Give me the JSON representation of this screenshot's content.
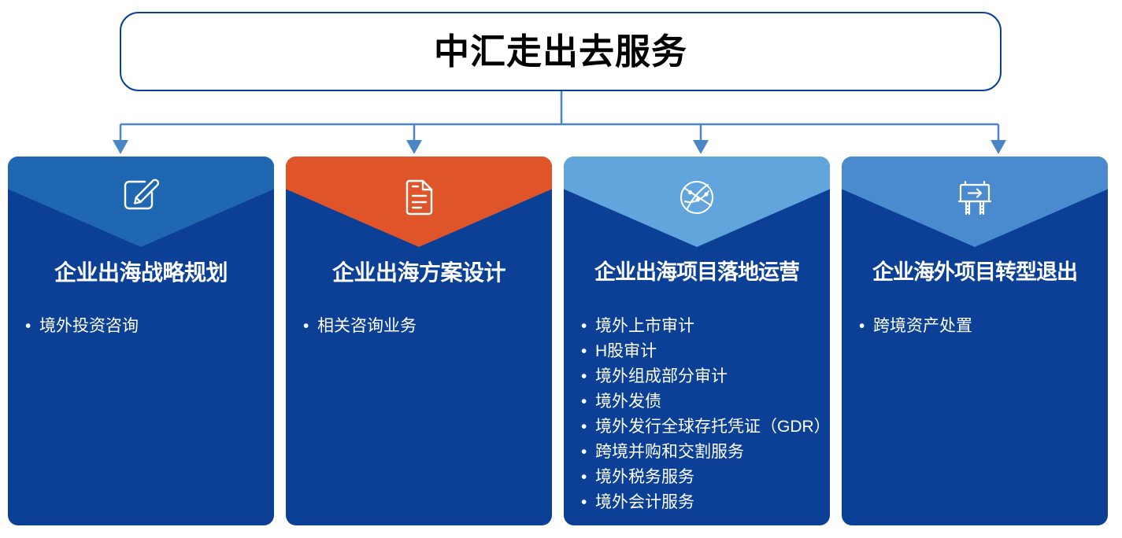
{
  "header": {
    "title": "中汇走出去服务",
    "border_color": "#0B4096",
    "background_color": "#FFFFFF",
    "text_color": "#000000"
  },
  "connector": {
    "color": "#4A86C6",
    "arrow_count": 4
  },
  "cards": [
    {
      "id": "card-strategy-planning",
      "title": "企业出海战略规划",
      "icon": "pencil-edit-icon",
      "chevron_color": "#1F67B0",
      "body_color": "#0B4096",
      "bullets": [
        "境外投资咨询"
      ]
    },
    {
      "id": "card-solution-design",
      "title": "企业出海方案设计",
      "icon": "document-icon",
      "chevron_color": "#DF5529",
      "body_color": "#0B4096",
      "bullets": [
        "相关咨询业务"
      ]
    },
    {
      "id": "card-project-operation",
      "title": "企业出海项目落地运营",
      "icon": "globe-network-icon",
      "chevron_color": "#62A5DC",
      "body_color": "#0B4096",
      "bullets": [
        "境外上市审计",
        "H股审计",
        "境外组成部分审计",
        "境外发债",
        "境外发行全球存托凭证（GDR）",
        "跨境并购和交割服务",
        "境外税务服务",
        "境外会计服务"
      ]
    },
    {
      "id": "card-transition-exit",
      "title": "企业海外项目转型退出",
      "icon": "signboard-arrow-icon",
      "chevron_color": "#4A8BD0",
      "body_color": "#0B4096",
      "bullets": [
        "跨境资产处置"
      ]
    }
  ]
}
